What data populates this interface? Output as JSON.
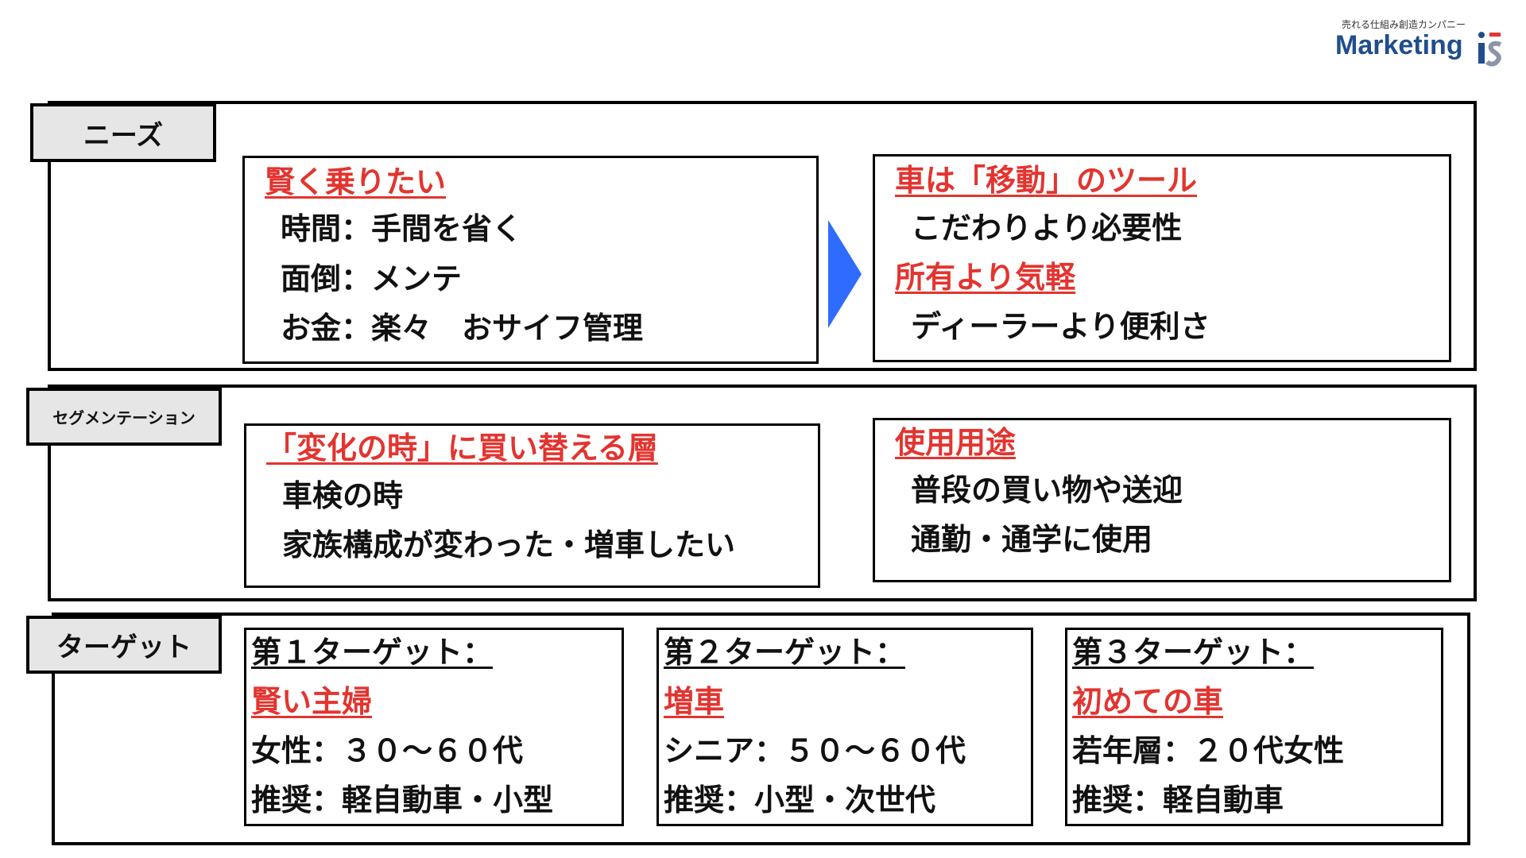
{
  "logo": {
    "tagline": "売れる仕組み創造カンパニー",
    "word": "Marketing",
    "mark": "iS",
    "colors": {
      "word": "#1f4e8c",
      "dot": "#e3342f"
    }
  },
  "colors": {
    "highlight": "#e3342f",
    "arrow": "#2f6bff",
    "tab_bg": "#e6e6e6"
  },
  "needs": {
    "tab": "ニーズ",
    "left": {
      "heading": "賢く乗りたい",
      "lines": [
        "時間：手間を省く",
        "面倒：メンテ",
        "お金：楽々　おサイフ管理"
      ]
    },
    "arrow_icon": "triangle-right-icon",
    "right": {
      "heading1": "車は「移動」のツール",
      "line1": "こだわりより必要性",
      "heading2": "所有より気軽",
      "line2": "ディーラーより便利さ"
    }
  },
  "segmentation": {
    "tab": "セグメンテーション",
    "left": {
      "heading": "「変化の時」に買い替える層",
      "lines": [
        "車検の時",
        "家族構成が変わった・増車したい"
      ]
    },
    "right": {
      "heading": "使用用途",
      "lines": [
        "普段の買い物や送迎",
        "通勤・通学に使用"
      ]
    }
  },
  "target": {
    "tab": "ターゲット",
    "cards": [
      {
        "title": "第１ターゲット：",
        "name": "賢い主婦",
        "line1": "女性：３０〜６０代",
        "line2": "推奨：軽自動車・小型"
      },
      {
        "title": "第２ターゲット：",
        "name": "増車",
        "line1": "シニア：５０〜６０代",
        "line2": "推奨：小型・次世代"
      },
      {
        "title": "第３ターゲット：",
        "name": "初めての車",
        "line1": "若年層：２０代女性",
        "line2": "推奨：軽自動車"
      }
    ]
  }
}
